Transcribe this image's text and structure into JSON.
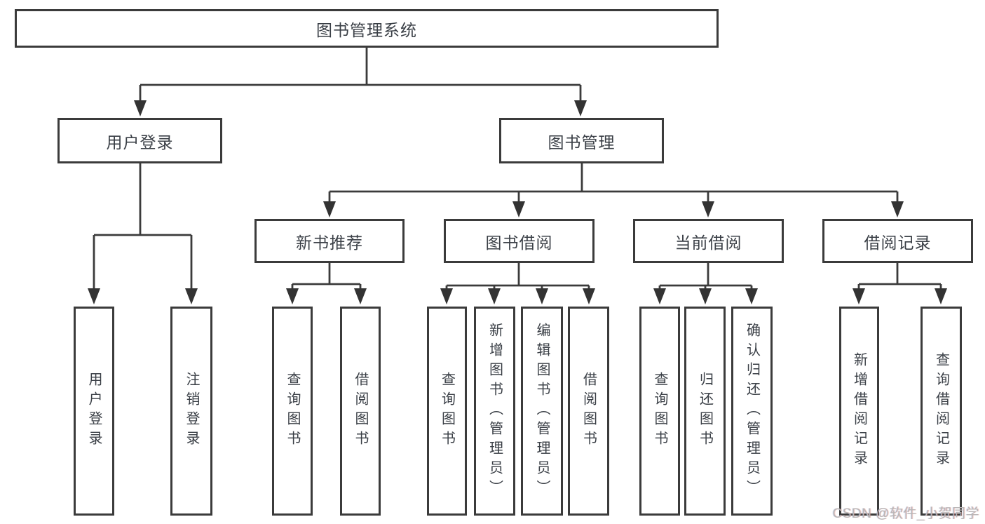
{
  "diagram": {
    "root": {
      "label": "图书管理系统"
    },
    "level2": [
      {
        "label": "用户登录"
      },
      {
        "label": "图书管理"
      }
    ],
    "level3": [
      {
        "label": "新书推荐"
      },
      {
        "label": "图书借阅"
      },
      {
        "label": "当前借阅"
      },
      {
        "label": "借阅记录"
      }
    ],
    "leaves": {
      "user_login": [
        {
          "label": "用户登录"
        },
        {
          "label": "注销登录"
        }
      ],
      "new_book_recommend": [
        {
          "label": "查询图书"
        },
        {
          "label": "借阅图书"
        }
      ],
      "book_borrowing": [
        {
          "label": "查询图书"
        },
        {
          "label": "新增图书（管理员）"
        },
        {
          "label": "编辑图书（管理员）"
        },
        {
          "label": "借阅图书"
        }
      ],
      "current_borrowing": [
        {
          "label": "查询图书"
        },
        {
          "label": "归还图书"
        },
        {
          "label": "确认归还（管理员）"
        }
      ],
      "borrowing_records": [
        {
          "label": "新增借阅记录"
        },
        {
          "label": "查询借阅记录"
        }
      ]
    }
  },
  "colors": {
    "line": "#3b3b3b",
    "box_border": "#3b3b3b",
    "text": "#3a3f46",
    "watermark": "#b9b6b6"
  },
  "watermark": {
    "text": "CSDN @软件_小贺同学"
  }
}
